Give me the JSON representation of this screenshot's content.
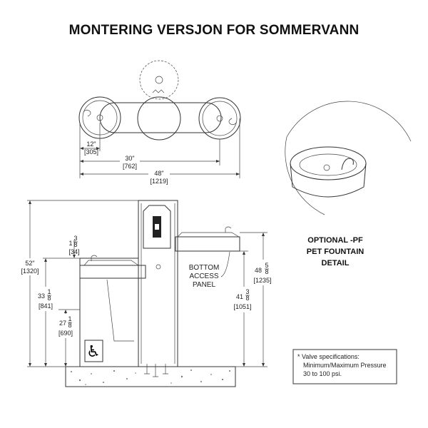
{
  "title": "MONTERING VERSJON FOR SOMMERVANN",
  "top_view": {
    "dim_12": "12\"",
    "dim_12_mm": "[305]",
    "dim_30": "30\"",
    "dim_30_mm": "[762]",
    "dim_48": "48\"",
    "dim_48_mm": "[1219]"
  },
  "front_view": {
    "dim_52": "52\"",
    "dim_52_mm": "[1320]",
    "dim_1_3_8_whole": "1",
    "dim_1_3_8_num": "3",
    "dim_1_3_8_den": "8",
    "dim_1_3_8_mm": "[34]",
    "dim_33_1_8_whole": "33",
    "dim_33_1_8_num": "1",
    "dim_33_1_8_den": "8",
    "dim_33_1_8_mm": "[841]",
    "dim_27_1_8_whole": "27",
    "dim_27_1_8_num": "1",
    "dim_27_1_8_den": "8",
    "dim_27_1_8_mm": "[690]",
    "dim_48_5_8_whole": "48",
    "dim_48_5_8_num": "5",
    "dim_48_5_8_den": "8",
    "dim_48_5_8_mm": "[1235]",
    "dim_41_3_8_whole": "41",
    "dim_41_3_8_num": "3",
    "dim_41_3_8_den": "8",
    "dim_41_3_8_mm": "[1051]",
    "bottom_access_1": "BOTTOM",
    "bottom_access_2": "ACCESS",
    "bottom_access_3": "PANEL"
  },
  "detail": {
    "line1": "OPTIONAL -PF",
    "line2": "PET FOUNTAIN",
    "line3": "DETAIL"
  },
  "note": {
    "line1": "* Valve specifications:",
    "line2": "Minimum/Maximum Pressure",
    "line3": "30 to 100 psi."
  }
}
